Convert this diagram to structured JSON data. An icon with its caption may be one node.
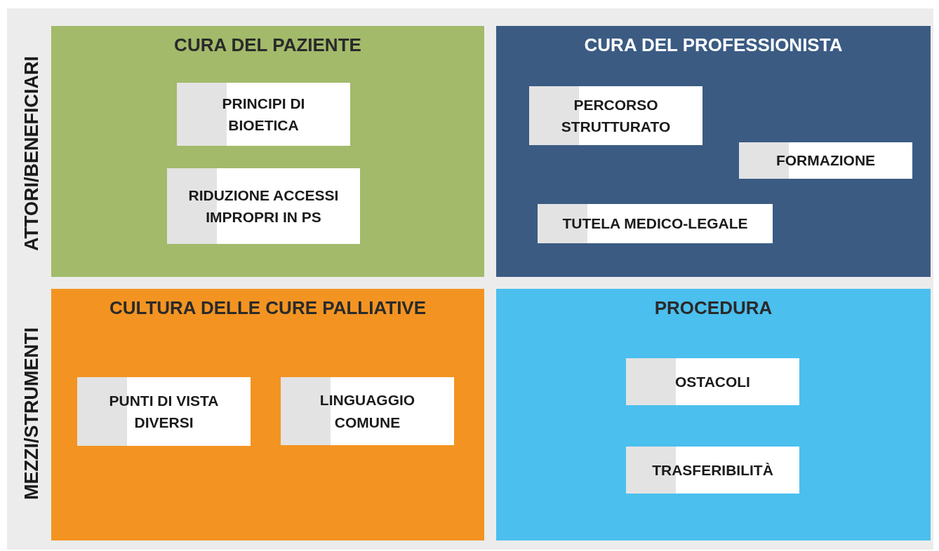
{
  "diagram": {
    "nodes": [
      {
        "text": [
          "CURA DEL PAZIENTE"
        ]
      },
      {
        "text": [
          "PRINCIPI DI BIOETICA"
        ],
        "in": 0
      },
      {
        "text": [
          "RIDUZIONE ACCESSI IMPROPRI IN PS"
        ],
        "in": 0
      },
      {
        "text": [
          "CURA DEL PROFESSIONISTA"
        ]
      },
      {
        "text": [
          "PERCORSO STRUTTURATO"
        ],
        "in": 3
      },
      {
        "text": [
          "FORMAZIONE"
        ],
        "in": 3
      },
      {
        "text": [
          "TUTELA MEDICO-LEGALE"
        ],
        "in": 3
      },
      {
        "text": [
          "CULTURA DELLE CURE PALLIATIVE"
        ]
      },
      {
        "text": [
          "PUNTI DI VISTA DIVERSI"
        ],
        "in": 7
      },
      {
        "text": [
          "LINGUAGGIO COMUNE"
        ],
        "in": 7
      },
      {
        "text": [
          "PROCEDURA"
        ]
      },
      {
        "text": [
          "OSTACOLI"
        ],
        "in": 10
      },
      {
        "text": [
          "TRASFERIBILITÀ"
        ],
        "in": 10
      }
    ],
    "edges": [],
    "labels": [
      "ATTORI/BENEFICIARI",
      "MEZZI/STRUMENTI"
    ]
  }
}
